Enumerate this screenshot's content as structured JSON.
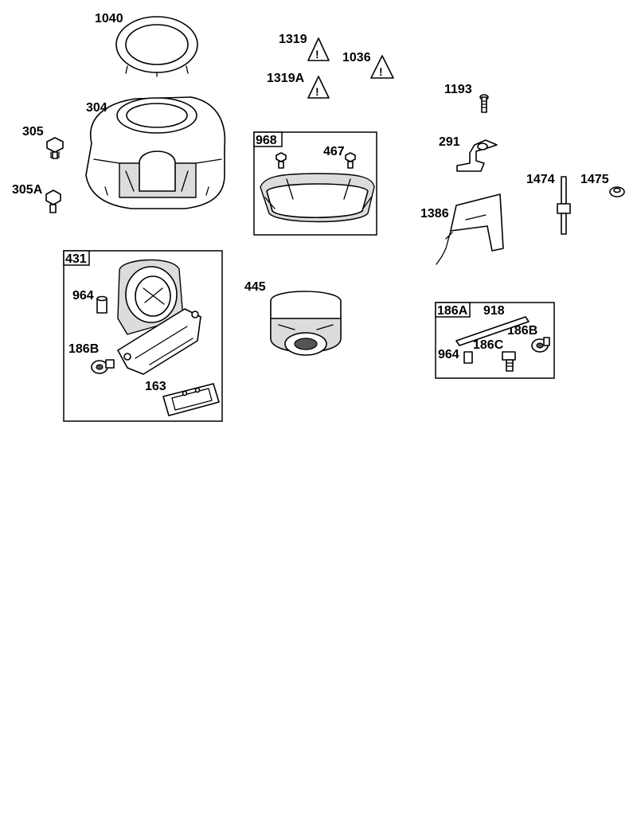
{
  "parts": {
    "p1040": "1040",
    "p304": "304",
    "p305": "305",
    "p305A": "305A",
    "p1319": "1319",
    "p1319A": "1319A",
    "p1036": "1036",
    "p1193": "1193",
    "p291": "291",
    "p1474": "1474",
    "p1475": "1475",
    "p1386": "1386",
    "p968": "968",
    "p467": "467",
    "p431": "431",
    "p964_kit431": "964",
    "p186B_kit431": "186B",
    "p163": "163",
    "p445": "445",
    "p186A": "186A",
    "p918": "918",
    "p186B_kit186A": "186B",
    "p186C": "186C",
    "p964_kit186A": "964"
  },
  "warning_symbol": "!"
}
